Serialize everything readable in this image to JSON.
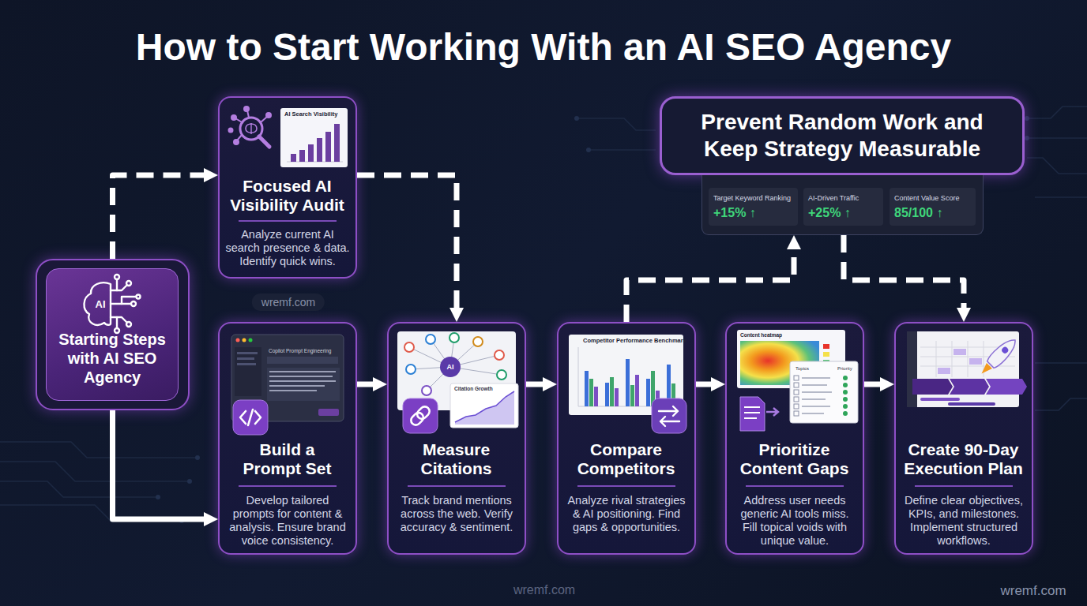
{
  "diagram": {
    "title": "How to Start Working With an AI SEO Agency",
    "nodes": [
      {
        "text": [
          "Starting Steps with AI SEO Agency"
        ]
      },
      {
        "text": [
          "Focused AI Visibility Audit",
          "Analyze current AI search presence & data. Identify quick wins."
        ]
      },
      {
        "text": [
          "Build a Prompt Set",
          "Develop tailored prompts for content & analysis. Ensure brand voice consistency."
        ]
      },
      {
        "text": [
          "Measure Citations",
          "Track brand mentions across the web. Verify accuracy & sentiment."
        ]
      },
      {
        "text": [
          "Compare Competitors",
          "Analyze rival strategies & AI positioning. Find gaps & opportunities."
        ]
      },
      {
        "text": [
          "Prioritize Content Gaps",
          "Address user needs generic AI tools miss. Fill topical voids with unique value."
        ]
      },
      {
        "text": [
          "Create 90-Day Execution Plan",
          "Define clear objectives, KPIs, and milestones. Implement structured workflows."
        ]
      },
      {
        "text": [
          "Prevent Random Work and Keep Strategy Measurable"
        ]
      },
      {
        "text": [
          "Target Keyword Ranking",
          "+15% ↑"
        ],
        "in": 7
      },
      {
        "text": [
          "AI-Driven Traffic",
          "+25% ↑"
        ],
        "in": 7
      },
      {
        "text": [
          "Content Value Score",
          "85/100 ↑"
        ],
        "in": 7
      }
    ],
    "edges": [
      {
        "from": 0,
        "to": 1,
        "arrow": "to"
      },
      {
        "from": 0,
        "to": 2,
        "arrow": "to"
      },
      {
        "from": 1,
        "to": 3,
        "arrow": "to"
      },
      {
        "from": 2,
        "to": 3,
        "arrow": "to"
      },
      {
        "from": 3,
        "to": 4,
        "arrow": "to"
      },
      {
        "from": 4,
        "to": 5,
        "arrow": "to"
      },
      {
        "from": 5,
        "to": 6,
        "arrow": "to"
      },
      {
        "from": 4,
        "to": 7,
        "arrow": "to"
      },
      {
        "from": 7,
        "to": 6,
        "arrow": "to"
      }
    ],
    "labels": [
      "AI",
      "AI Search Visibility",
      "wremf.com",
      "Copilot Prompt Engineering",
      "AI",
      "Citation Growth",
      "Competitor Performance Benchmark",
      "Content heatmap",
      "Topics",
      "Priority",
      "wremf.com",
      "wremf.com"
    ]
  }
}
